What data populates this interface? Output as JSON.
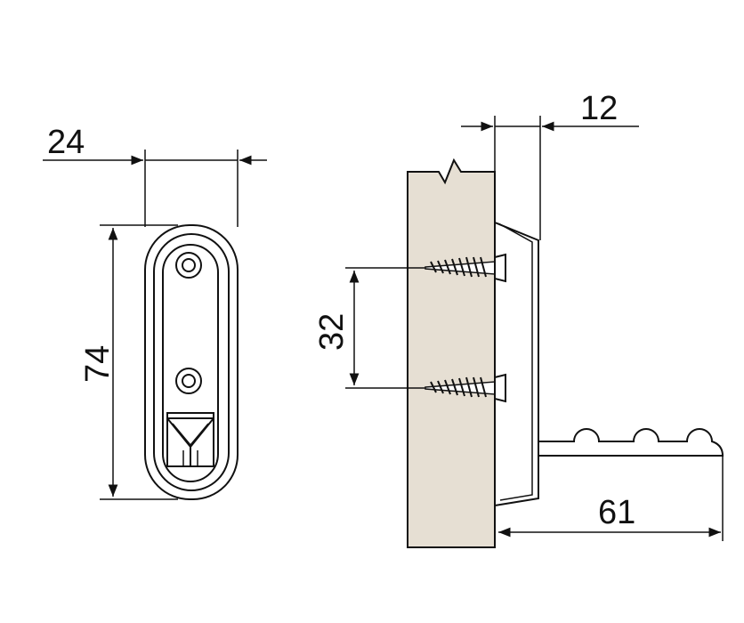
{
  "dimensions": {
    "width_top": "24",
    "height_left": "74",
    "screw_spacing": "32",
    "depth_top": "12",
    "length_bottom": "61"
  },
  "colors": {
    "wood": "#e6dfd3",
    "line": "#111111",
    "background": "#ffffff"
  }
}
